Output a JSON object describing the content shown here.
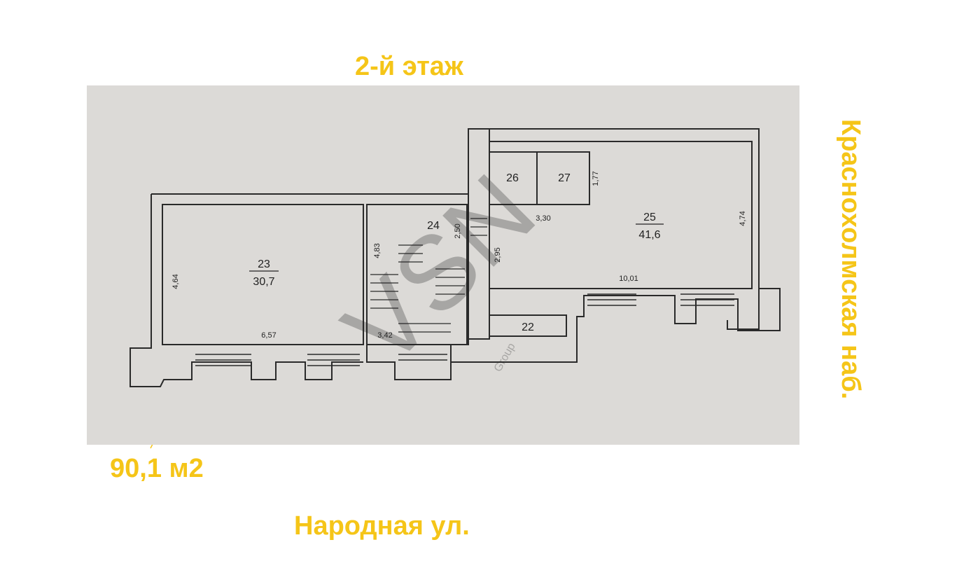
{
  "title": "2-й этаж",
  "total_area": "90,1 м2",
  "street_bottom": "Народная ул.",
  "street_right": "Краснохолмская наб.",
  "watermark": {
    "letters": "VSN",
    "subtitle": "Group"
  },
  "colors": {
    "accent": "#f5c518",
    "plan_bg": "#dcdad7",
    "wall": "#2a2a2a"
  },
  "rooms": [
    {
      "number": "23",
      "area": "30,7"
    },
    {
      "number": "24",
      "area": ""
    },
    {
      "number": "25",
      "area": "41,6"
    },
    {
      "number": "26",
      "area": ""
    },
    {
      "number": "27",
      "area": ""
    },
    {
      "number": "22",
      "area": ""
    }
  ],
  "dimensions": {
    "d464": "4,64",
    "d657": "6,57",
    "d483": "4,83",
    "d342": "3,42",
    "d250": "2,50",
    "d295": "2,95",
    "d330": "3,30",
    "d177": "1,77",
    "d1001": "10,01",
    "d474": "4,74"
  }
}
